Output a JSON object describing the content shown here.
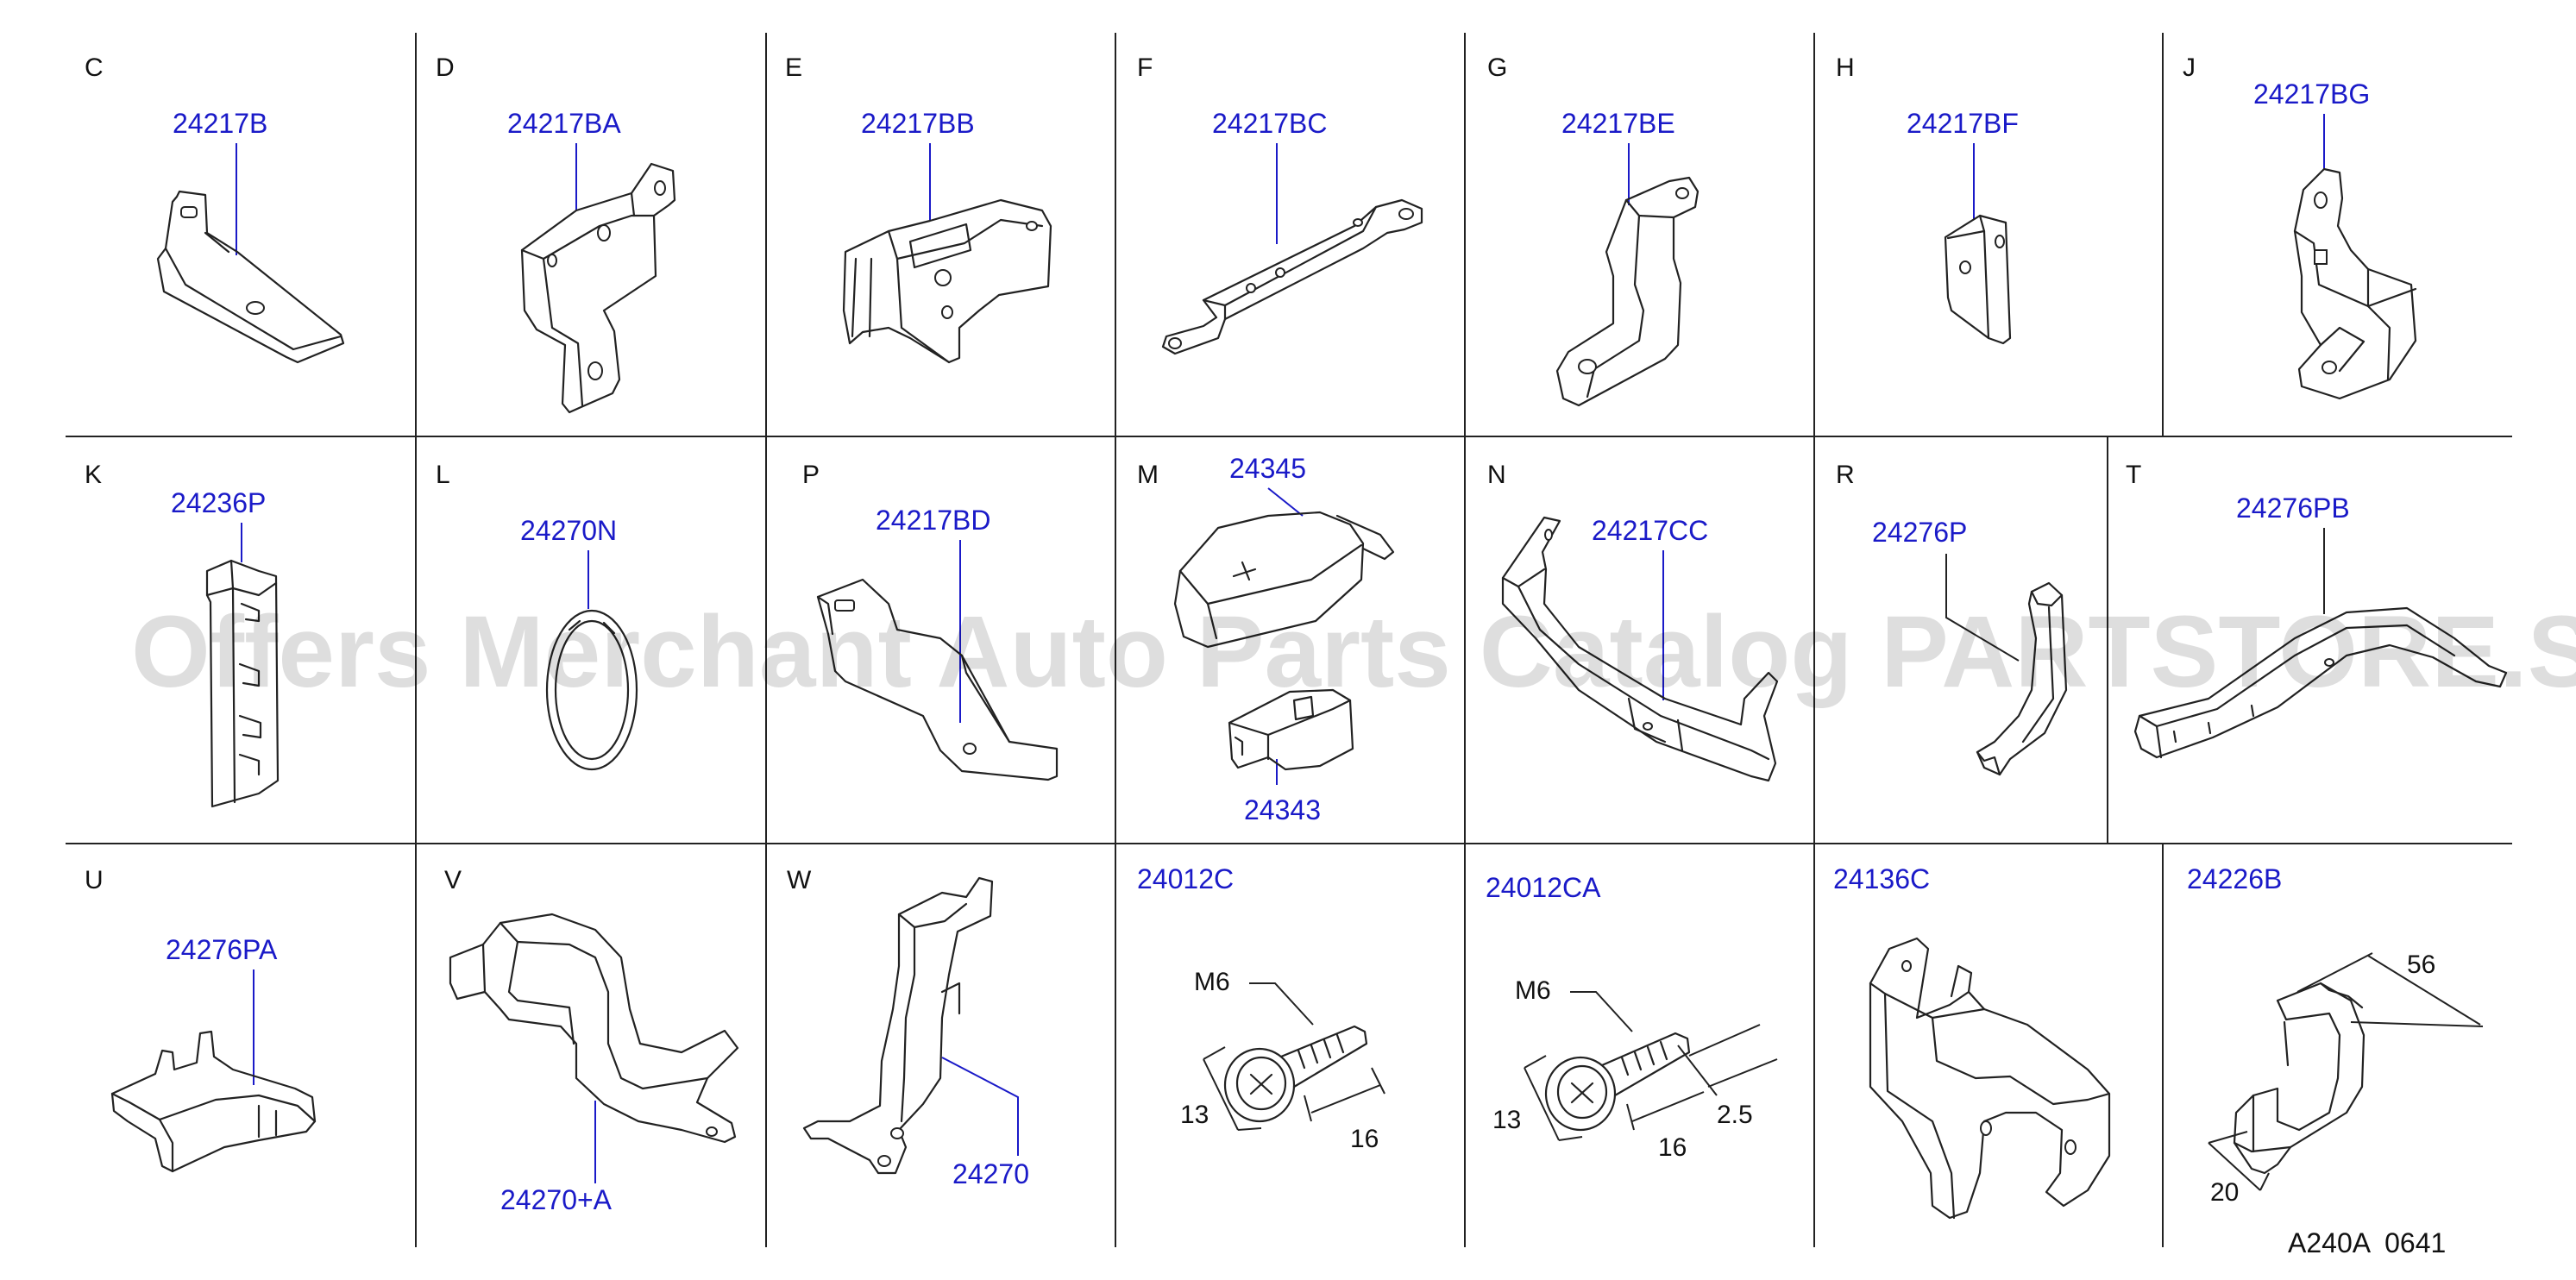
{
  "cells": [
    {
      "letter": "C",
      "part_number": "24217B"
    },
    {
      "letter": "D",
      "part_number": "24217BA"
    },
    {
      "letter": "E",
      "part_number": "24217BB"
    },
    {
      "letter": "F",
      "part_number": "24217BC"
    },
    {
      "letter": "G",
      "part_number": "24217BE"
    },
    {
      "letter": "H",
      "part_number": "24217BF"
    },
    {
      "letter": "J",
      "part_number": "24217BG"
    },
    {
      "letter": "K",
      "part_number": "24236P"
    },
    {
      "letter": "L",
      "part_number": "24270N"
    },
    {
      "letter": "P",
      "part_number": "24217BD"
    },
    {
      "letter": "M",
      "part_number": "24345",
      "part_number_2": "24343"
    },
    {
      "letter": "N",
      "part_number": "24217CC"
    },
    {
      "letter": "R",
      "part_number": "24276P"
    },
    {
      "letter": "T",
      "part_number": "24276PB"
    },
    {
      "letter": "U",
      "part_number": "24276PA"
    },
    {
      "letter": "V",
      "part_number": "24270+A"
    },
    {
      "letter": "W",
      "part_number": "24270"
    },
    {
      "part_number": "24012C",
      "thread": "M6",
      "dims": [
        "13",
        "16"
      ]
    },
    {
      "part_number": "24012CA",
      "thread": "M6",
      "dims": [
        "13",
        "16",
        "2.5"
      ]
    },
    {
      "part_number": "24136C"
    },
    {
      "part_number": "24226B",
      "dims": [
        "56",
        "20"
      ]
    }
  ],
  "watermark": "Offers Merchant Auto Parts Catalog PARTSTORE.SA",
  "diagram_code": "A240A  0641"
}
